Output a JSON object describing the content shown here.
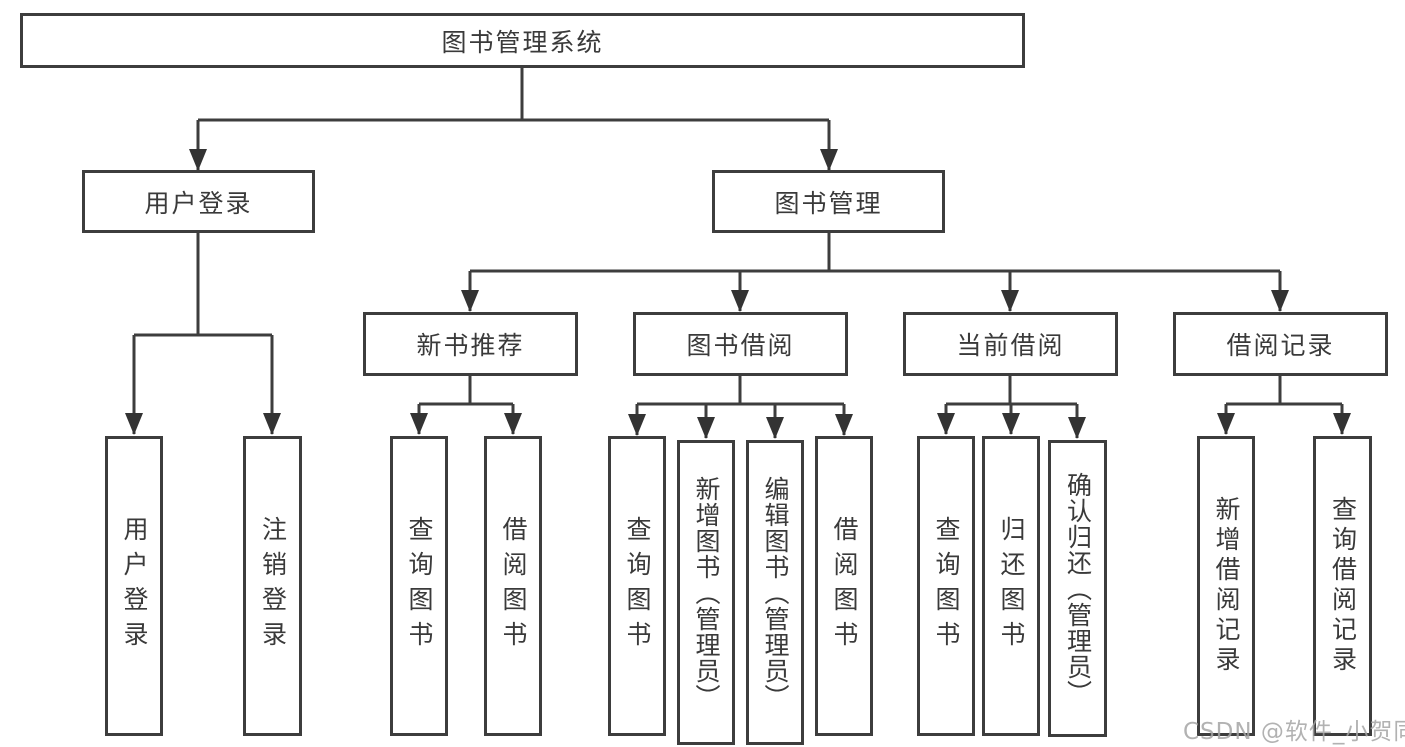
{
  "tree": {
    "label": "图书管理系统",
    "children": [
      {
        "label": "用户登录",
        "children": [
          {
            "label": "用户登录"
          },
          {
            "label": "注销登录"
          }
        ]
      },
      {
        "label": "图书管理",
        "children": [
          {
            "label": "新书推荐",
            "children": [
              {
                "label": "查询图书"
              },
              {
                "label": "借阅图书"
              }
            ]
          },
          {
            "label": "图书借阅",
            "children": [
              {
                "label": "查询图书"
              },
              {
                "label": "新增图书（管理员）"
              },
              {
                "label": "编辑图书（管理员）"
              },
              {
                "label": "借阅图书"
              }
            ]
          },
          {
            "label": "当前借阅",
            "children": [
              {
                "label": "查询图书"
              },
              {
                "label": "归还图书"
              },
              {
                "label": "确认归还（管理员）"
              }
            ]
          },
          {
            "label": "借阅记录",
            "children": [
              {
                "label": "新增借阅记录"
              },
              {
                "label": "查询借阅记录"
              }
            ]
          }
        ]
      }
    ]
  },
  "watermark": "CSDN @软件_小贺同学",
  "colors": {
    "line": "#3d3d3d",
    "text": "#3a3a3a",
    "box_background": "#ffffff",
    "watermark": "#a4a4a4"
  }
}
